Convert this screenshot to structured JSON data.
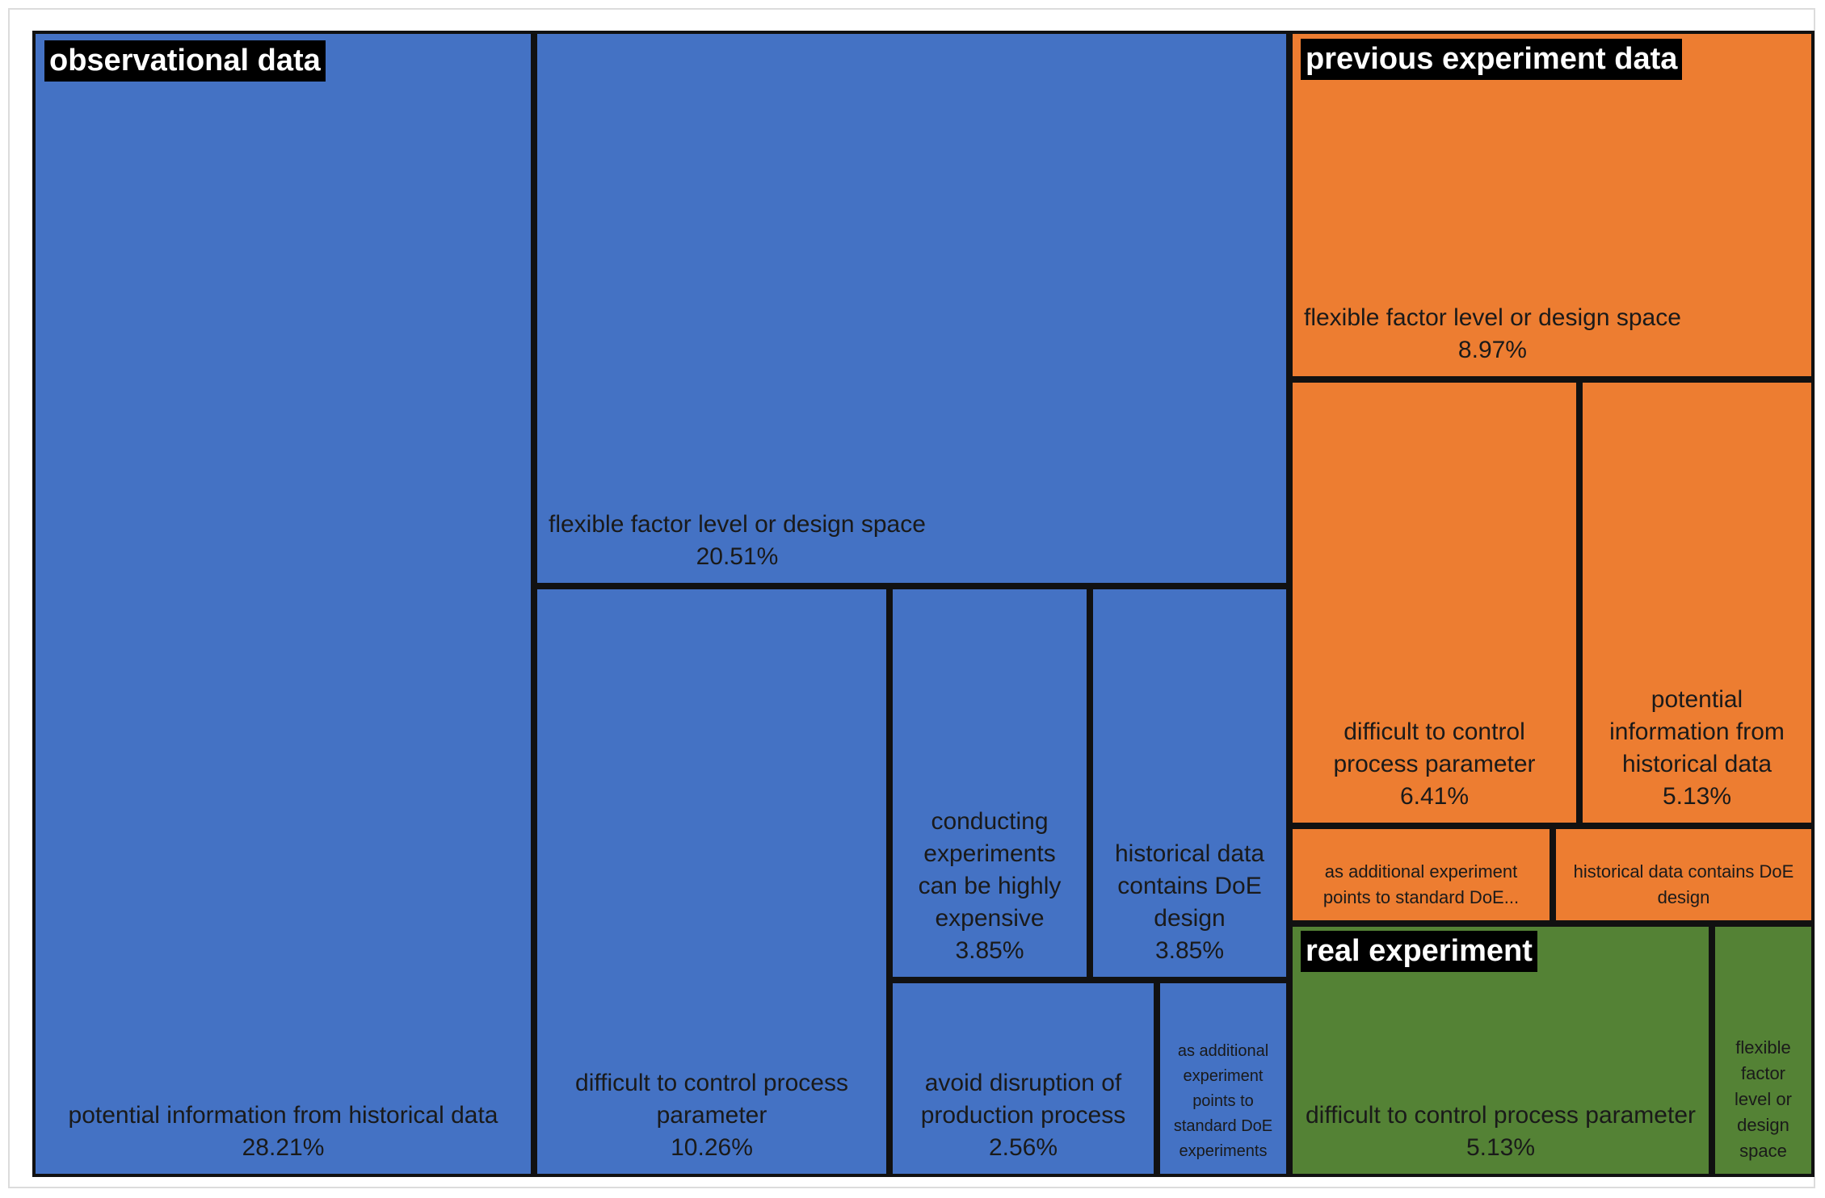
{
  "chart_data": {
    "type": "treemap",
    "groups": [
      {
        "name": "observational data",
        "color": "#4472C4",
        "items": [
          {
            "label": "potential information from historical data",
            "value": "28.21%"
          },
          {
            "label": "flexible factor level or design space",
            "value": "20.51%"
          },
          {
            "label": "difficult to control process parameter",
            "value": "10.26%"
          },
          {
            "label": "conducting experiments can be highly expensive",
            "value": "3.85%"
          },
          {
            "label": "historical data contains DoE design",
            "value": "3.85%"
          },
          {
            "label": "avoid disruption of production process",
            "value": "2.56%"
          },
          {
            "label": "as additional experiment points to standard DoE experiments",
            "value": ""
          }
        ]
      },
      {
        "name": "previous experiment data",
        "color": "#ED7D31",
        "items": [
          {
            "label": "flexible factor level or design space",
            "value": "8.97%"
          },
          {
            "label": "difficult to control process parameter",
            "value": "6.41%"
          },
          {
            "label": "potential information from historical data",
            "value": "5.13%"
          },
          {
            "label": "as additional experiment points to standard DoE...",
            "value": ""
          },
          {
            "label": "historical data contains DoE design",
            "value": ""
          }
        ]
      },
      {
        "name": "real experiment",
        "color": "#548235",
        "items": [
          {
            "label": "difficult to control process parameter",
            "value": "5.13%"
          },
          {
            "label": "flexible factor level or design space",
            "value": ""
          }
        ]
      }
    ]
  }
}
